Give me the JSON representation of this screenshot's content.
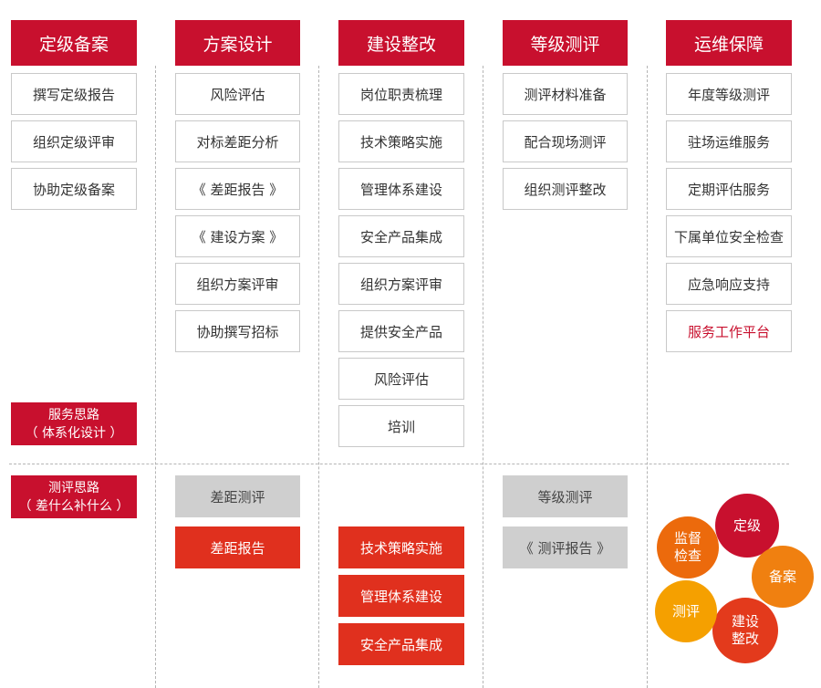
{
  "headers": [
    "定级备案",
    "方案设计",
    "建设整改",
    "等级测评",
    "运维保障"
  ],
  "columns": [
    {
      "items": [
        "撰写定级报告",
        "组织定级评审",
        "协助定级备案"
      ]
    },
    {
      "items": [
        "风险评估",
        "对标差距分析",
        "《 差距报告 》",
        "《 建设方案 》",
        "组织方案评审",
        "协助撰写招标"
      ]
    },
    {
      "items": [
        "岗位职责梳理",
        "技术策略实施",
        "管理体系建设",
        "安全产品集成",
        "组织方案评审",
        "提供安全产品",
        "风险评估",
        "培训"
      ]
    },
    {
      "items": [
        "测评材料准备",
        "配合现场测评",
        "组织测评整改"
      ]
    },
    {
      "items": [
        "年度等级测评",
        "驻场运维服务",
        "定期评估服务",
        "下属单位安全检查",
        "应急响应支持",
        "服务工作平台"
      ]
    }
  ],
  "service_label": {
    "line1": "服务思路",
    "line2": "（ 体系化设计 ）"
  },
  "eval_label": {
    "line1": "测评思路",
    "line2": "（ 差什么补什么 ）"
  },
  "bottom": {
    "col2_gray": "差距测评",
    "col2_orange": "差距报告",
    "col3_orange": [
      "技术策略实施",
      "管理体系建设",
      "安全产品集成"
    ],
    "col4_gray": [
      "等级测评",
      "《 测评报告 》"
    ]
  },
  "cycle": {
    "items": [
      {
        "line1": "定级",
        "line2": "",
        "color": "#c8102e"
      },
      {
        "line1": "备案",
        "line2": "",
        "color": "#f08010"
      },
      {
        "line1": "建设",
        "line2": "整改",
        "color": "#e33a1c"
      },
      {
        "line1": "测评",
        "line2": "",
        "color": "#f5a000"
      },
      {
        "line1": "监督",
        "line2": "检查",
        "color": "#ec6a0c"
      }
    ]
  },
  "colors": {
    "brand_red": "#c8102e",
    "orange_box": "#e0301e",
    "gray_box": "#cfcfcf",
    "highlight_text": "#c8102e"
  }
}
